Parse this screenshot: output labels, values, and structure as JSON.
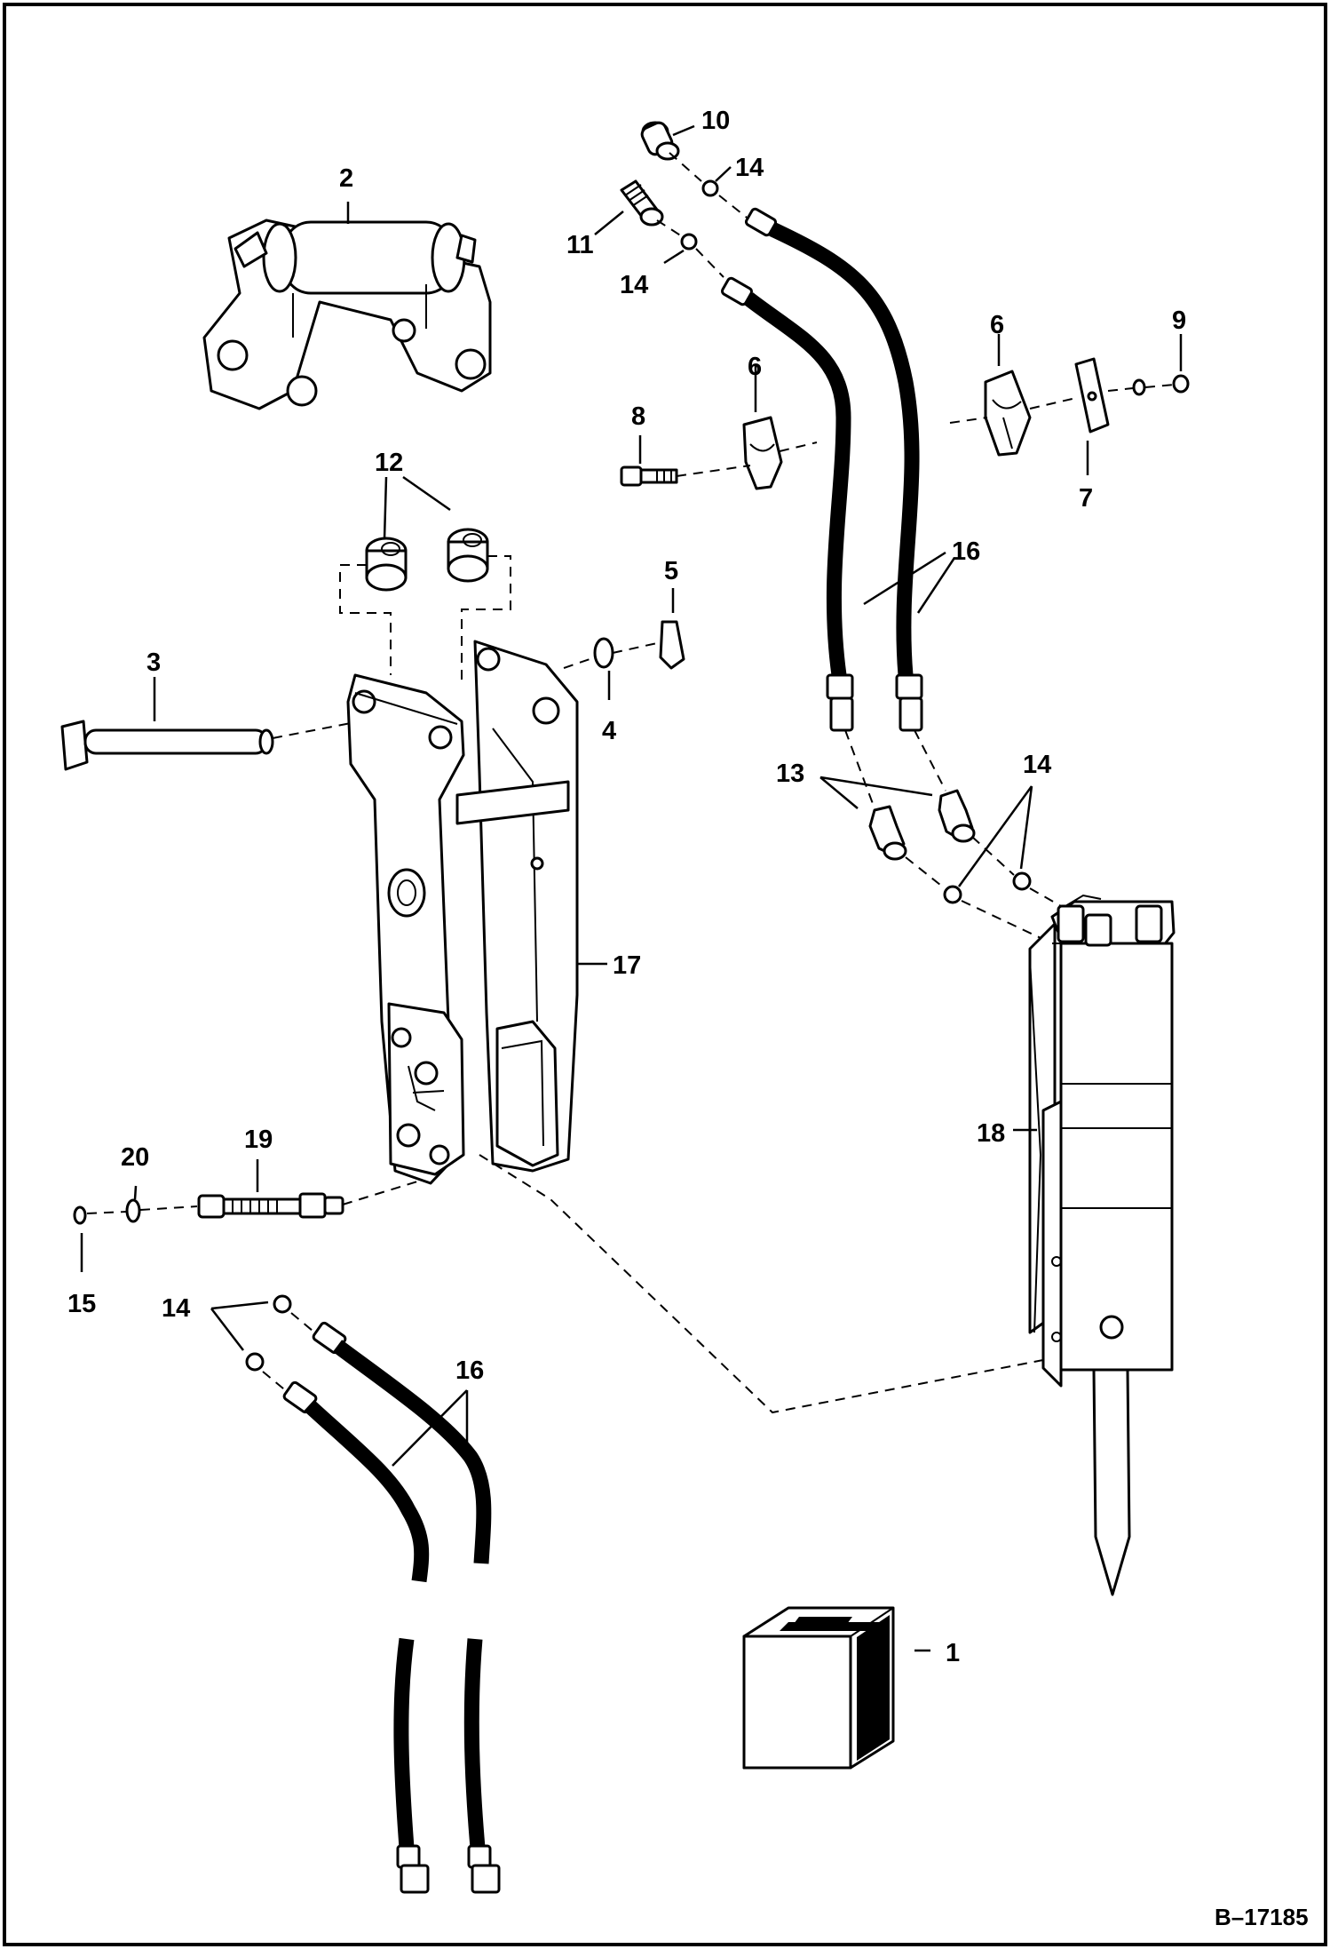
{
  "callouts": {
    "c1": "1",
    "c2": "2",
    "c3": "3",
    "c4": "4",
    "c5": "5",
    "c6a": "6",
    "c6b": "6",
    "c7": "7",
    "c8": "8",
    "c9": "9",
    "c10": "10",
    "c11": "11",
    "c12": "12",
    "c13": "13",
    "c14a": "14",
    "c14b": "14",
    "c14c": "14",
    "c14d": "14",
    "c15": "15",
    "c16a": "16",
    "c16b": "16",
    "c17": "17",
    "c18": "18",
    "c19": "19",
    "c20": "20"
  },
  "figure_id": "B–17185"
}
